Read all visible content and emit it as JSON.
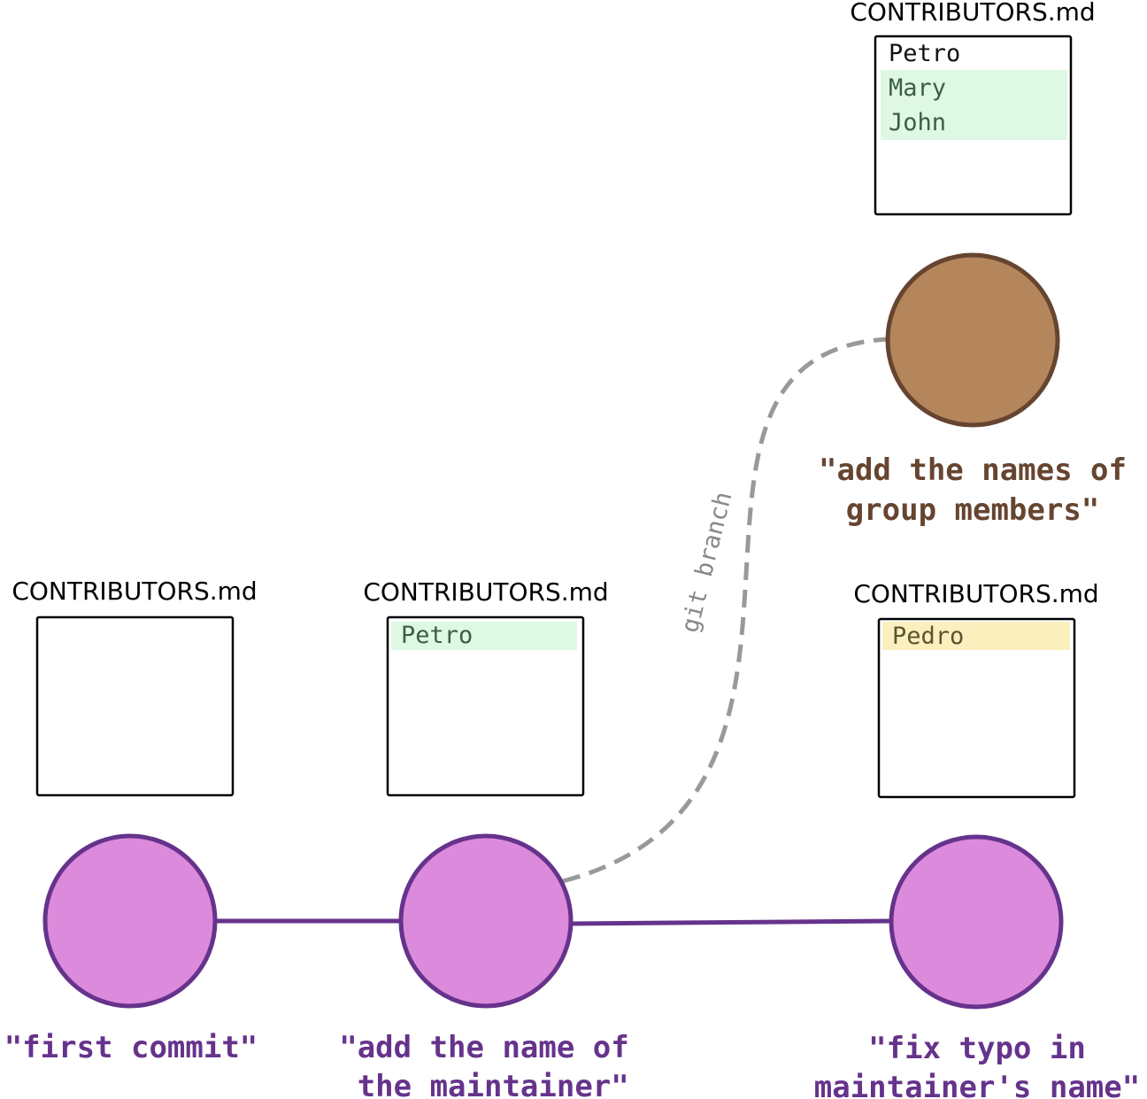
{
  "colors": {
    "main_fill": "#dc8adc",
    "main_stroke": "#66338c",
    "branch_fill": "#b5855c",
    "branch_stroke": "#664530",
    "added_line_bg": "#dff8e4",
    "added_line_text": "#3d5c46",
    "changed_line_bg": "#fcefbe",
    "changed_line_text": "#5b5230",
    "edge_gray": "#999999"
  },
  "commits": [
    {
      "id": "first",
      "message_lines": [
        "\"first commit\""
      ],
      "file": {
        "name": "CONTRIBUTORS.md",
        "lines": []
      }
    },
    {
      "id": "maintainer",
      "message_lines": [
        "\"add the name of",
        " the maintainer\""
      ],
      "file": {
        "name": "CONTRIBUTORS.md",
        "lines": [
          {
            "text": "Petro",
            "status": "added"
          }
        ]
      }
    },
    {
      "id": "typo",
      "message_lines": [
        "\"fix typo in",
        "maintainer's name\""
      ],
      "file": {
        "name": "CONTRIBUTORS.md",
        "lines": [
          {
            "text": "Pedro",
            "status": "changed"
          }
        ]
      }
    },
    {
      "id": "group",
      "message_lines": [
        "\"add the names of",
        "group members\""
      ],
      "file": {
        "name": "CONTRIBUTORS.md",
        "lines": [
          {
            "text": "Petro",
            "status": "unchanged"
          },
          {
            "text": "Mary",
            "status": "added"
          },
          {
            "text": "John",
            "status": "added"
          }
        ]
      }
    }
  ],
  "branch_edge": {
    "label": "git branch"
  }
}
